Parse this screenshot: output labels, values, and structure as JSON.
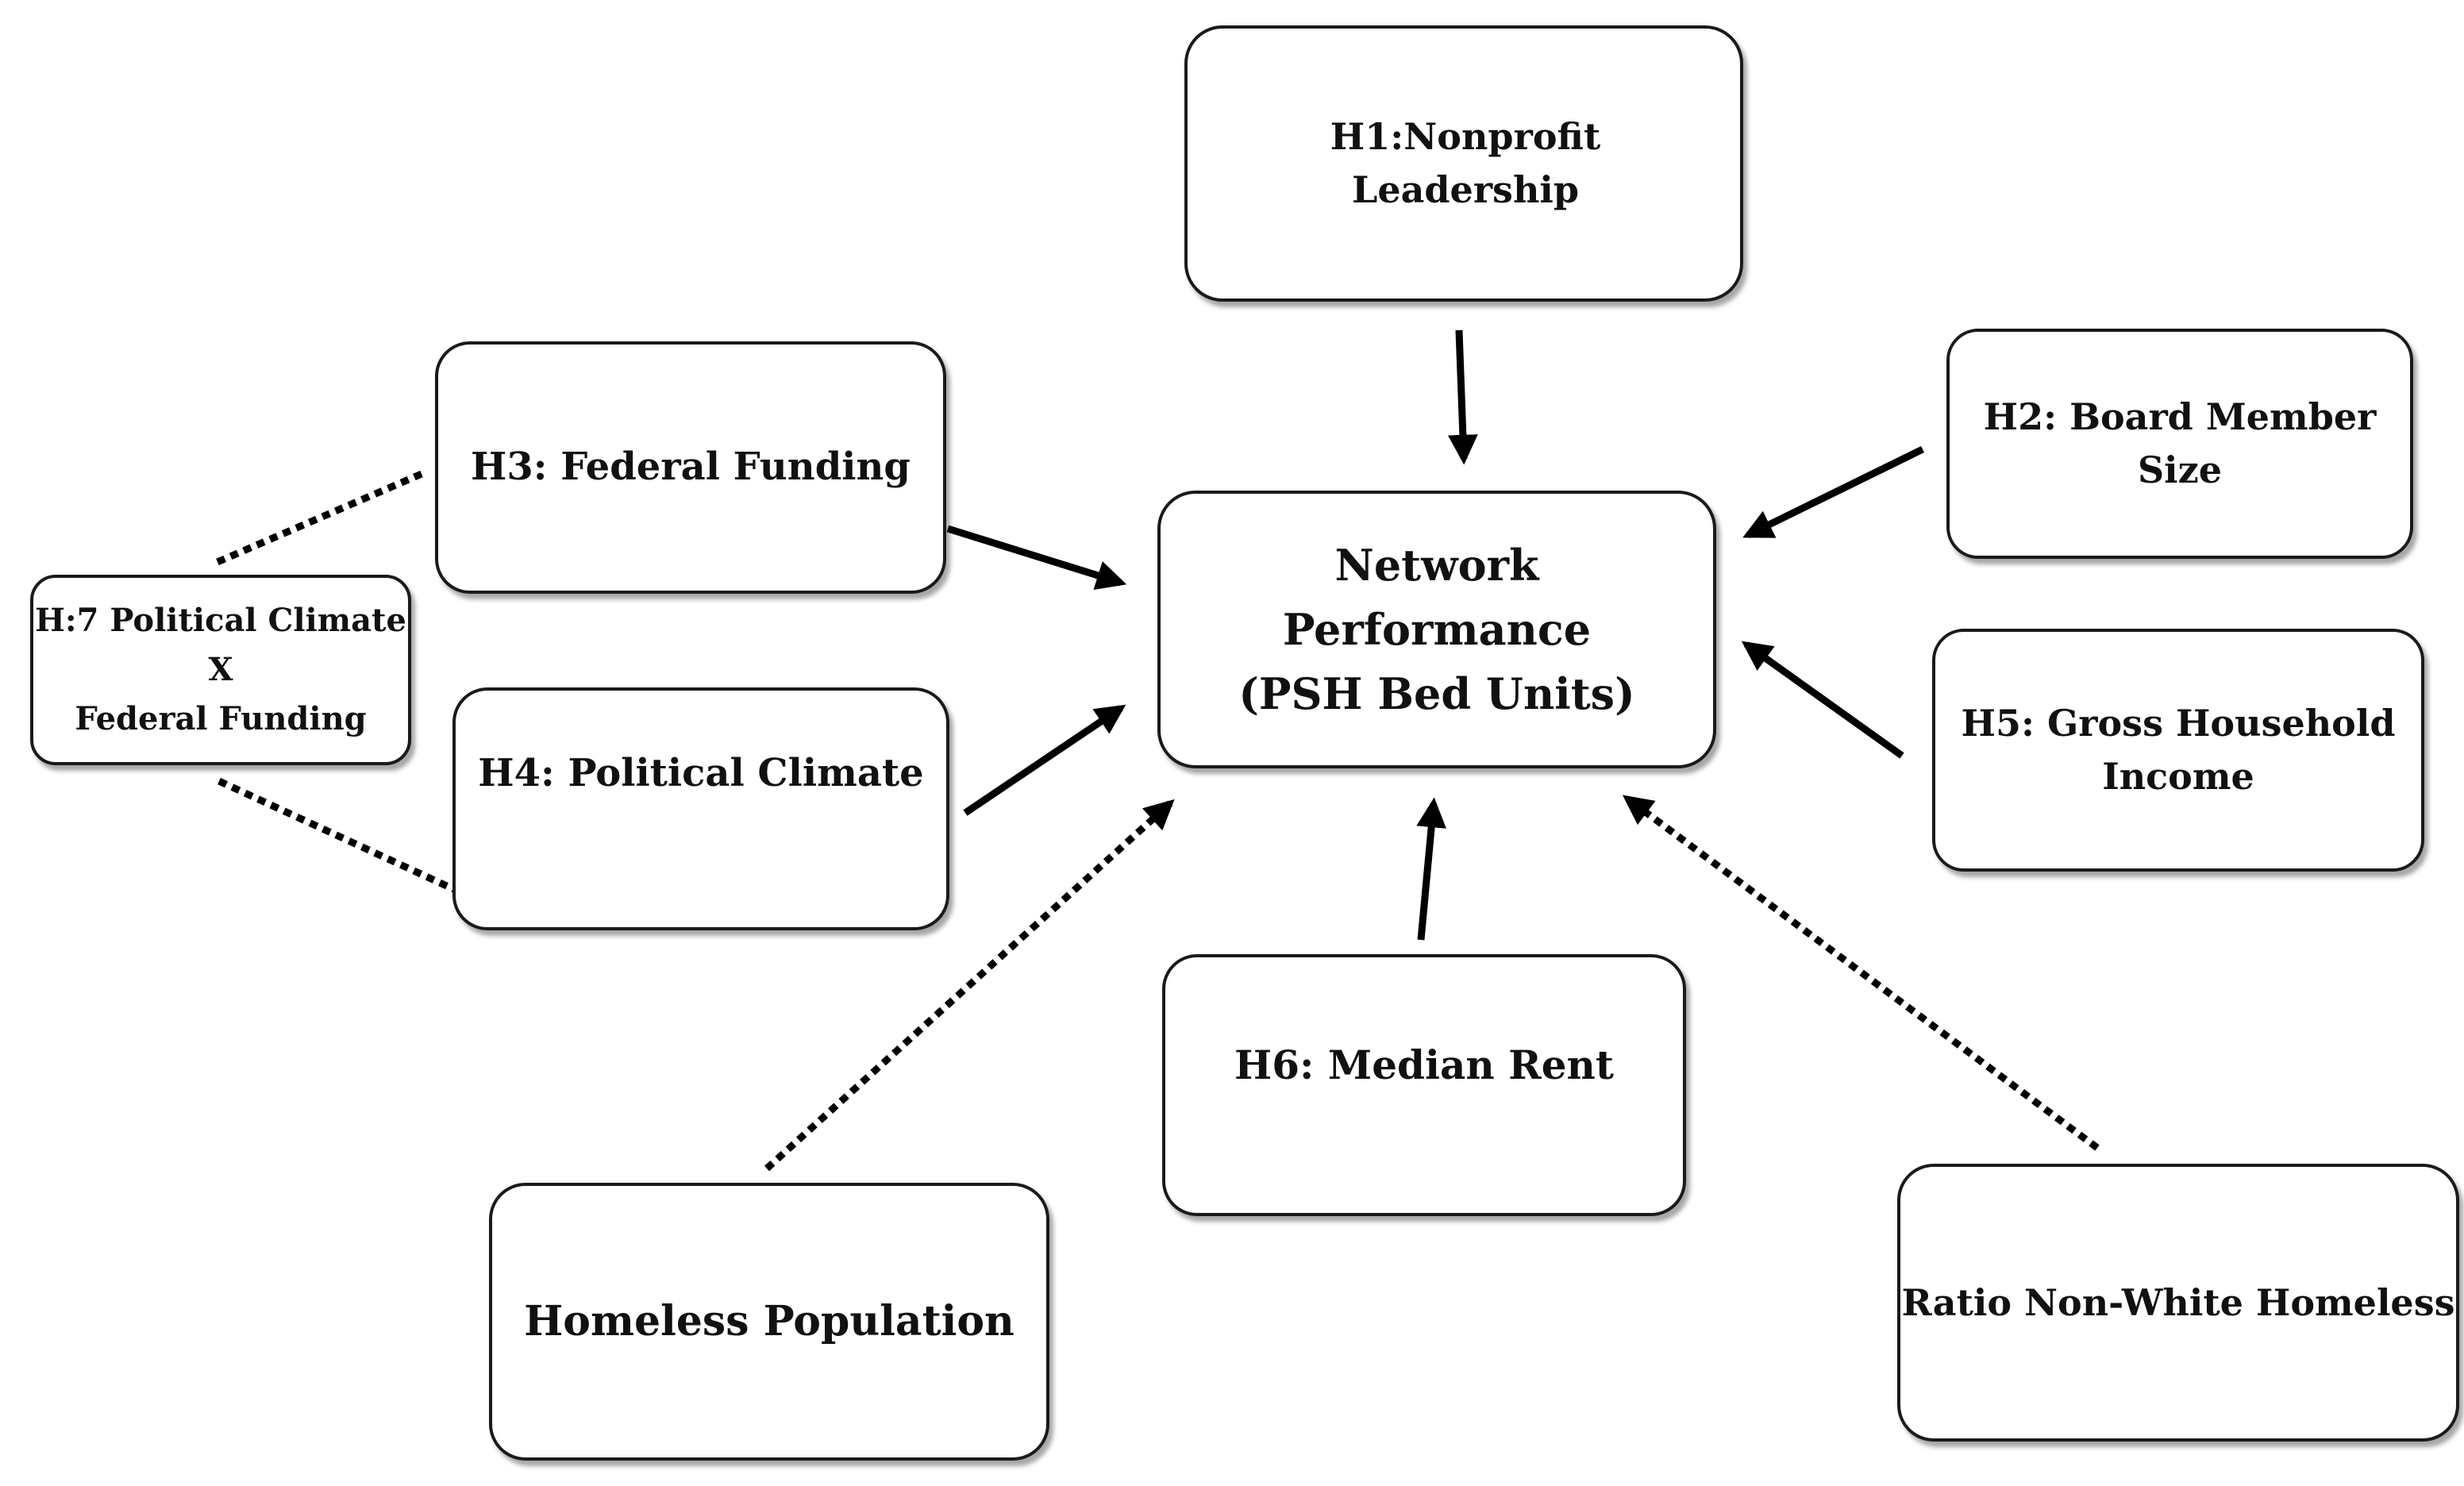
{
  "diagram": {
    "nodes": {
      "h1": {
        "label": "H1:Nonprofit\nLeadership"
      },
      "center": {
        "label": "Network\nPerformance\n(PSH Bed Units)"
      },
      "h2": {
        "label": "H2: Board Member\nSize"
      },
      "h3": {
        "label": "H3: Federal Funding"
      },
      "h4": {
        "label": "H4: Political Climate"
      },
      "h5": {
        "label": "H5: Gross Household\nIncome"
      },
      "h6": {
        "label": "H6: Median Rent"
      },
      "h7": {
        "label": "H:7 Political Climate\nX\nFederal Funding"
      },
      "homeless": {
        "label": "Homeless Population"
      },
      "ratio": {
        "label": "Ratio Non-White Homeless"
      }
    },
    "edges": [
      {
        "from": "h1",
        "to": "center",
        "style": "solid",
        "arrow": true
      },
      {
        "from": "h2",
        "to": "center",
        "style": "solid",
        "arrow": true
      },
      {
        "from": "h3",
        "to": "center",
        "style": "solid",
        "arrow": true
      },
      {
        "from": "h4",
        "to": "center",
        "style": "solid",
        "arrow": true
      },
      {
        "from": "h5",
        "to": "center",
        "style": "solid",
        "arrow": true
      },
      {
        "from": "h6",
        "to": "center",
        "style": "solid",
        "arrow": true
      },
      {
        "from": "homeless",
        "to": "center",
        "style": "dotted",
        "arrow": true
      },
      {
        "from": "ratio",
        "to": "center",
        "style": "dotted",
        "arrow": true
      },
      {
        "from": "h7",
        "to": "h3",
        "style": "dotted",
        "arrow": false
      },
      {
        "from": "h7",
        "to": "h4",
        "style": "dotted",
        "arrow": false
      }
    ],
    "colors": {
      "stroke": "#000000",
      "node_border": "#1a1a1a",
      "background": "#ffffff"
    }
  }
}
